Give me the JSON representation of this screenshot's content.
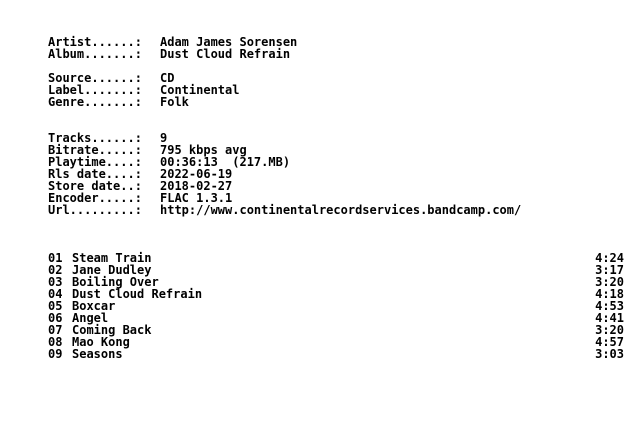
{
  "release": {
    "artist_key": "Artist......:",
    "artist": "Adam James Sorensen",
    "album_key": "Album.......:",
    "album": "Dust Cloud Refrain",
    "source_key": "Source......:",
    "source": "CD",
    "label_key": "Label.......:",
    "label": "Continental",
    "genre_key": "Genre.......:",
    "genre": "Folk",
    "tracks_key": "Tracks......:",
    "tracks": "9",
    "bitrate_key": "Bitrate.....:",
    "bitrate": "795 kbps avg",
    "playtime_key": "Playtime....:",
    "playtime": "00:36:13  (217.MB)",
    "rls_date_key": "Rls date....:",
    "rls_date": "2022-06-19",
    "store_date_key": "Store date..:",
    "store_date": "2018-02-27",
    "encoder_key": "Encoder.....:",
    "encoder": "FLAC 1.3.1",
    "url_key": "Url.........:",
    "url": "http://www.continentalrecordservices.bandcamp.com/"
  },
  "tracklist": [
    {
      "num": "01",
      "title": "Steam Train",
      "time": "4:24"
    },
    {
      "num": "02",
      "title": "Jane Dudley",
      "time": "3:17"
    },
    {
      "num": "03",
      "title": "Boiling Over",
      "time": "3:20"
    },
    {
      "num": "04",
      "title": "Dust Cloud Refrain",
      "time": "4:18"
    },
    {
      "num": "05",
      "title": "Boxcar",
      "time": "4:53"
    },
    {
      "num": "06",
      "title": "Angel",
      "time": "4:41"
    },
    {
      "num": "07",
      "title": "Coming Back",
      "time": "3:20"
    },
    {
      "num": "08",
      "title": "Mao Kong",
      "time": "4:57"
    },
    {
      "num": "09",
      "title": "Seasons",
      "time": "3:03"
    }
  ]
}
